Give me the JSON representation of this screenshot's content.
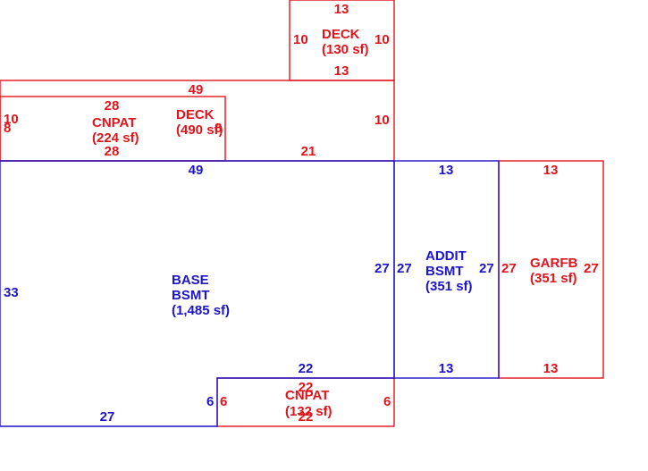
{
  "colors": {
    "red": "#e0141c",
    "blue": "#1e14c8",
    "background": "#ffffff"
  },
  "areas": {
    "deck_top": {
      "name": "DECK",
      "area": "(130 sf)",
      "dim_top": "13",
      "dim_bottom": "13",
      "dim_left": "10",
      "dim_right": "10"
    },
    "deck_mid": {
      "name": "DECK",
      "area": "(490 sf)",
      "dim_top": "49",
      "dim_bottom": "21",
      "dim_right": "10"
    },
    "cnpat_top": {
      "name": "CNPAT",
      "area": "(224 sf)",
      "dim_top": "28",
      "dim_bottom": "28",
      "dim_left_a": "10",
      "dim_left_b": "8",
      "dim_right": "8"
    },
    "base": {
      "name_line1": "BASE",
      "name_line2": "BSMT",
      "area": "(1,485 sf)",
      "dim_top": "49",
      "dim_left": "33",
      "dim_right": "27",
      "dim_bottom_left": "27",
      "dim_bottom_right": "22",
      "dim_step": "6"
    },
    "addit": {
      "name_line1": "ADDIT",
      "name_line2": "BSMT",
      "area": "(351 sf)",
      "dim_top": "13",
      "dim_bottom": "13",
      "dim_left": "27",
      "dim_right": "27"
    },
    "garfb": {
      "name": "GARFB",
      "area": "(351 sf)",
      "dim_top": "13",
      "dim_bottom": "13",
      "dim_left": "27",
      "dim_right": "27"
    },
    "cnpat_bottom": {
      "name": "CNPAT",
      "area": "(132 sf)",
      "dim_top": "22",
      "dim_bottom": "22",
      "dim_left": "6",
      "dim_right": "6"
    }
  }
}
